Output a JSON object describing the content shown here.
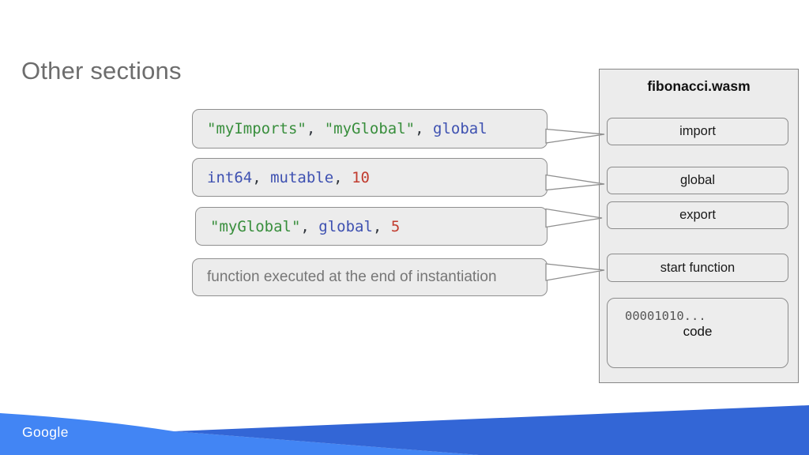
{
  "slide": {
    "title": "Other sections",
    "brand": "Google"
  },
  "callouts": [
    {
      "tokens": [
        "\"myImports\"",
        ", ",
        "\"myGlobal\"",
        ", ",
        "global"
      ],
      "points_to": "import"
    },
    {
      "tokens": [
        "int64",
        ", ",
        "mutable",
        ", ",
        "10"
      ],
      "points_to": "global"
    },
    {
      "tokens": [
        "\"myGlobal\"",
        ", ",
        "global",
        ", ",
        "5"
      ],
      "points_to": "export"
    },
    {
      "text": "function executed at the end of instantiation",
      "points_to": "start function"
    }
  ],
  "module": {
    "title": "fibonacci.wasm",
    "sections": [
      "import",
      "global",
      "export",
      "start function"
    ],
    "code_section": {
      "bytes": "00001010...",
      "label": "code"
    }
  },
  "colors": {
    "string_token": "#388e3c",
    "keyword_token": "#3e51b1",
    "number_token": "#c13b2e",
    "punctuation_token": "#30363d",
    "title_gray": "#6d6d6d",
    "box_fill": "#ececec",
    "box_border": "#8f8f8f",
    "footer_light_blue": "#4285f4",
    "footer_dark_blue": "#3366d6"
  }
}
